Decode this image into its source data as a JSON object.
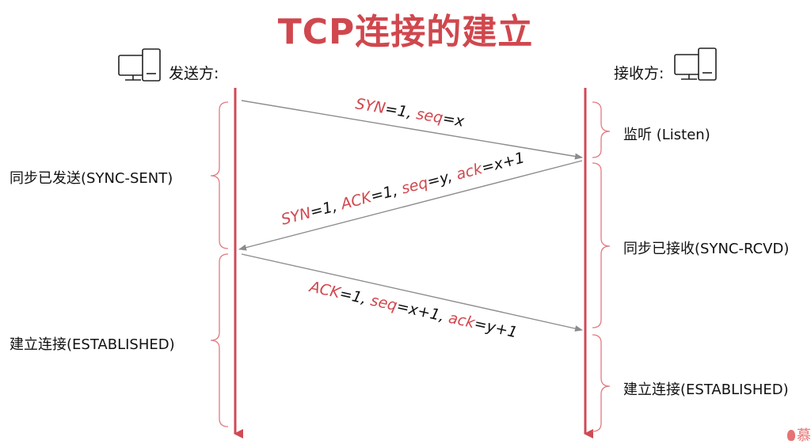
{
  "title": "TCP连接的建立",
  "sender": {
    "label": "发送方:"
  },
  "receiver": {
    "label": "接收方:"
  },
  "sender_states": [
    {
      "label": "同步已发送(SYNC-SENT)"
    },
    {
      "label": "建立连接(ESTABLISHED)"
    }
  ],
  "receiver_states": [
    {
      "label": "监听 (Listen)"
    },
    {
      "label": "同步已接收(SYNC-RCVD)"
    },
    {
      "label": "建立连接(ESTABLISHED)"
    }
  ],
  "messages": [
    {
      "parts": [
        {
          "t": "SYN",
          "accent": true
        },
        {
          "t": "=1, ",
          "accent": false
        },
        {
          "t": "seq",
          "accent": true
        },
        {
          "t": "=x",
          "accent": false
        }
      ]
    },
    {
      "parts": [
        {
          "t": "SYN",
          "accent": true
        },
        {
          "t": "=1, ",
          "accent": false
        },
        {
          "t": "ACK",
          "accent": true
        },
        {
          "t": "=1, ",
          "accent": false
        },
        {
          "t": "seq",
          "accent": true
        },
        {
          "t": "=y, ",
          "accent": false
        },
        {
          "t": "ack",
          "accent": true
        },
        {
          "t": "=x+1",
          "accent": false
        }
      ]
    },
    {
      "parts": [
        {
          "t": "ACK",
          "accent": true
        },
        {
          "t": "=1, ",
          "accent": false
        },
        {
          "t": "seq",
          "accent": true
        },
        {
          "t": "=x+1, ",
          "accent": false
        },
        {
          "t": "ack",
          "accent": true
        },
        {
          "t": "=y+1",
          "accent": false
        }
      ]
    }
  ],
  "logo": {
    "glyph": "慕"
  },
  "icons": {
    "computer": "computer-icon",
    "logo": "flame-logo-icon"
  },
  "colors": {
    "accent": "#d0474e",
    "timeline": "#cf4b55",
    "brace": "#e37a80",
    "arrow": "#8c8c8c",
    "text": "#111111"
  }
}
